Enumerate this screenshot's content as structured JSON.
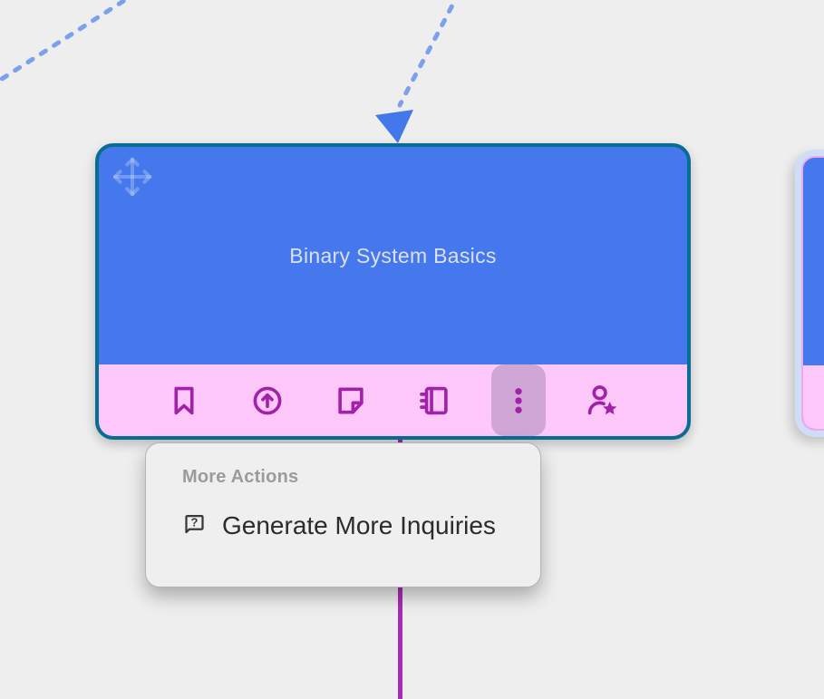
{
  "node": {
    "title": "Binary System Basics",
    "toolbar": [
      {
        "icon": "bookmark-icon",
        "active": false
      },
      {
        "icon": "arrow-up-circle-icon",
        "active": false
      },
      {
        "icon": "sticky-note-icon",
        "active": false
      },
      {
        "icon": "notebook-icon",
        "active": false
      },
      {
        "icon": "more-options-icon",
        "active": true
      },
      {
        "icon": "user-star-icon",
        "active": false
      }
    ]
  },
  "menu": {
    "header": "More Actions",
    "items": [
      {
        "icon": "message-square-question-icon",
        "label": "Generate More Inquiries"
      }
    ]
  },
  "colors": {
    "canvas_background": "#eeeeee",
    "node_body": "#4478ec",
    "node_border": "#086d92",
    "node_footer": "#fdc7fa",
    "toolbar_icon": "#a122a8",
    "toolbar_active_background": "#d0a6d6",
    "edge_dashed": "#7ba1ec",
    "edge_solid": "#a62db3",
    "right_node_ring": "#cfdef8",
    "menu_background": "#efefef",
    "menu_header_text": "#9b9b9b",
    "menu_item_text": "#2b2b2b",
    "node_title_text": "#dbe0ec"
  }
}
